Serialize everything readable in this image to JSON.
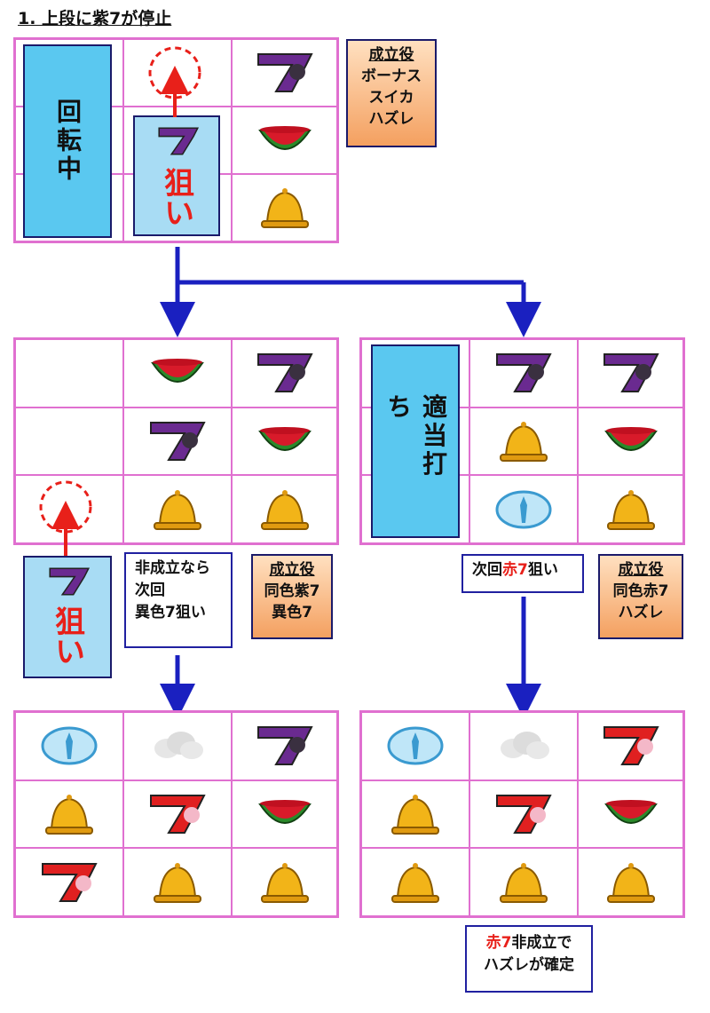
{
  "title": "1. 上段に紫7が停止",
  "colors": {
    "grid_border": "#e070d0",
    "arrow": "#1a20c0",
    "aim_red": "#e8201a",
    "spin_box": "#5ac8f0",
    "aim_box": "#a8dcf4",
    "role_box": "#f4a060"
  },
  "stage1": {
    "spinning_label": "回転中",
    "aim_label": "狙い",
    "cells": [
      [
        "spinning",
        "target-circle",
        "purple-seven"
      ],
      [
        "spinning",
        "purple-seven",
        "watermelon"
      ],
      [
        "spinning",
        "aim",
        "bell"
      ]
    ],
    "roles": {
      "heading": "成立役",
      "items": [
        "ボーナス",
        "スイカ",
        "ハズレ"
      ]
    }
  },
  "stage2_left": {
    "cells": [
      [
        "blank",
        "watermelon",
        "purple-seven"
      ],
      [
        "blank",
        "purple-seven",
        "watermelon"
      ],
      [
        "target-circle",
        "bell",
        "bell"
      ]
    ],
    "aim_label": "狙い",
    "note": [
      "非成立なら",
      "次回",
      "異色7狙い"
    ],
    "roles": {
      "heading": "成立役",
      "items": [
        "同色紫7",
        "異色7"
      ]
    }
  },
  "stage2_right": {
    "random_label": "適当打ち",
    "cells": [
      [
        "random",
        "purple-seven",
        "purple-seven"
      ],
      [
        "random",
        "bell",
        "watermelon"
      ],
      [
        "random",
        "replay",
        "bell"
      ]
    ],
    "note": {
      "prefix": "次回",
      "red": "赤7",
      "suffix": "狙い"
    },
    "roles": {
      "heading": "成立役",
      "items": [
        "同色赤7",
        "ハズレ"
      ]
    }
  },
  "stage3_left": {
    "cells": [
      [
        "replay",
        "cloud",
        "purple-seven"
      ],
      [
        "bell",
        "red-seven",
        "watermelon"
      ],
      [
        "red-seven",
        "bell",
        "bell"
      ]
    ]
  },
  "stage3_right": {
    "cells": [
      [
        "replay",
        "cloud",
        "red-seven"
      ],
      [
        "bell",
        "red-seven",
        "watermelon"
      ],
      [
        "bell",
        "bell",
        "bell"
      ]
    ],
    "note": {
      "red": "赤7",
      "line1_suffix": "非成立で",
      "line2": "ハズレが確定"
    }
  }
}
